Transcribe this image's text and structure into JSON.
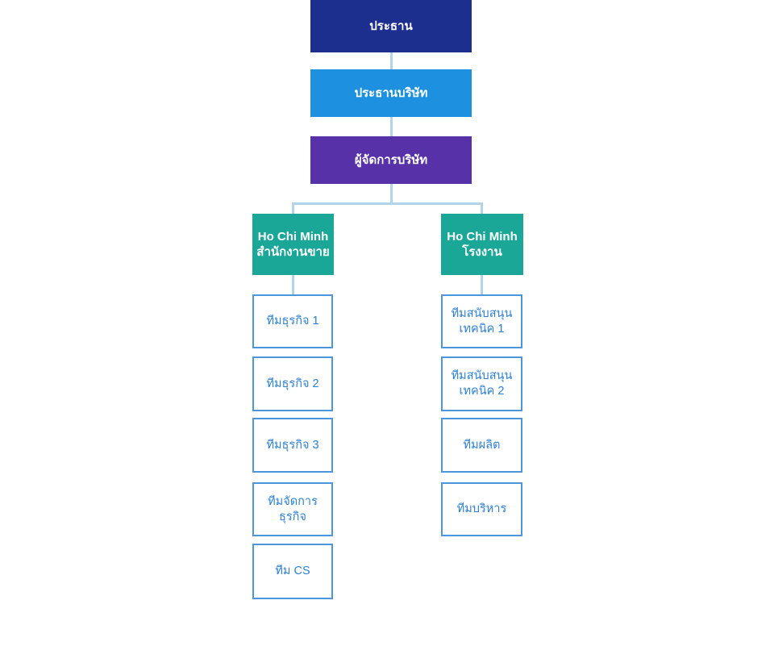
{
  "chart": {
    "type": "org-chart",
    "levels": {
      "chairman": {
        "label": "ประธาน",
        "color": "#1C2F8E",
        "text_color": "#FFFFFF"
      },
      "president": {
        "label": "ประธานบริษัท",
        "color": "#1E90E0",
        "text_color": "#FFFFFF"
      },
      "manager": {
        "label": "ผู้จัดการบริษัท",
        "color": "#5631A8",
        "text_color": "#FFFFFF"
      }
    },
    "branches": [
      {
        "header": {
          "label": "Ho Chi Minh\nสำนักงานขาย",
          "color": "#1AA797",
          "text_color": "#FFFFFF"
        },
        "children": [
          {
            "label": "ทีมธุรกิจ 1"
          },
          {
            "label": "ทีมธุรกิจ 2"
          },
          {
            "label": "ทีมธุรกิจ 3"
          },
          {
            "label": "ทีมจัดการ\nธุรกิจ"
          },
          {
            "label": "ทีม CS"
          }
        ]
      },
      {
        "header": {
          "label": "Ho Chi Minh\nโรงงาน",
          "color": "#1AA797",
          "text_color": "#FFFFFF"
        },
        "children": [
          {
            "label": "ทีมสนับสนุน\nเทคนิค 1"
          },
          {
            "label": "ทีมสนับสนุน\nเทคนิค 2"
          },
          {
            "label": "ทีมผลิต"
          },
          {
            "label": "ทีมบริหาร"
          }
        ]
      }
    ],
    "style_colors": {
      "connector": "#B3D4E8",
      "child_border": "#4C96DC",
      "child_text": "#2E80D4",
      "background": "#FFFFFF"
    }
  }
}
